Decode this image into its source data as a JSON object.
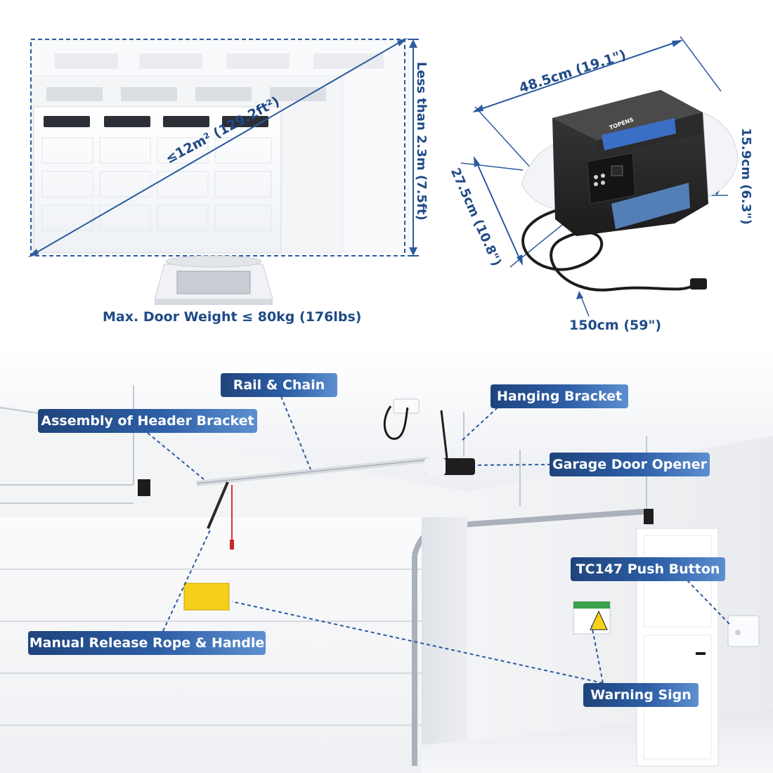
{
  "door_spec": {
    "area_label": "≤12m² (129.2ft²)",
    "height_label": "Less than 2.3m (7.5ft)",
    "weight_label": "Max. Door Weight ≤ 80kg (176lbs)"
  },
  "opener_spec": {
    "length_label": "48.5cm (19.1\")",
    "width_label": "27.5cm (10.8\")",
    "height_label": "15.9cm (6.3\")",
    "cord_label": "150cm (59\")",
    "brand": "TOPENS"
  },
  "callouts": {
    "rail_chain": "Rail & Chain",
    "header_bracket": "Assembly of Header Bracket",
    "hanging_bracket": "Hanging Bracket",
    "garage_door_opener": "Garage Door Opener",
    "push_button": "TC147 Push Button",
    "manual_release": "Manual Release Rope & Handle",
    "warning_sign": "Warning Sign"
  },
  "colors": {
    "label_blue": "#1f4a86",
    "dash_blue": "#2b5a9e",
    "callout_dark": "#1f447c",
    "callout_light": "#5d8fd0"
  }
}
